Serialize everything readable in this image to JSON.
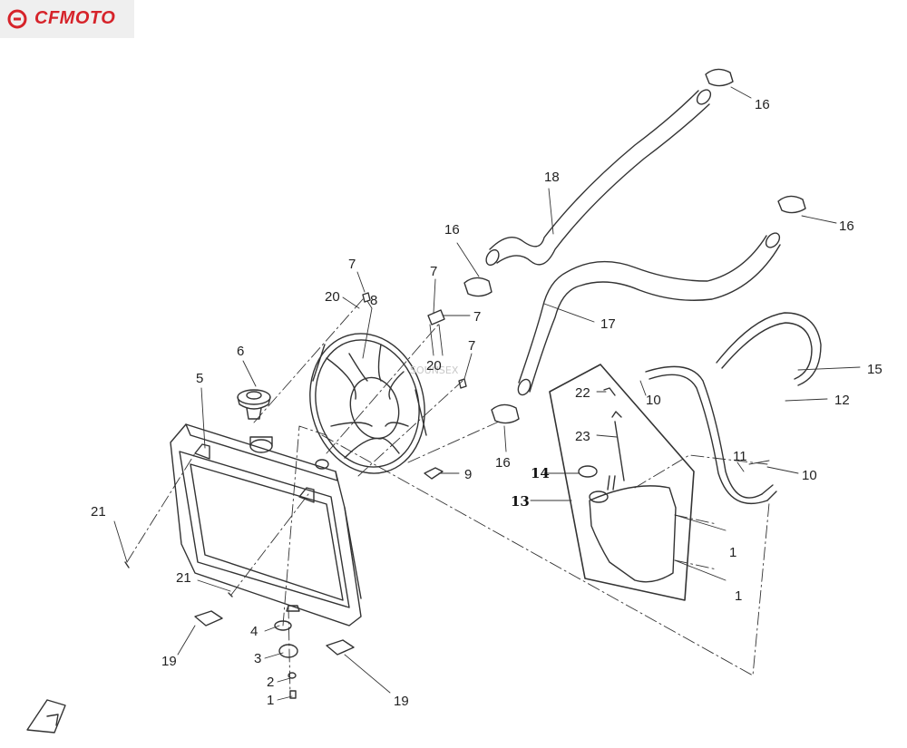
{
  "brand": {
    "logo_text": "CFMOTO",
    "accent": "#d6232a"
  },
  "watermark": "SOUNSEX",
  "callouts": {
    "c16a": "16",
    "c16b": "16",
    "c16c": "16",
    "c16d": "16",
    "c18": "18",
    "c17": "17",
    "c15": "15",
    "c12": "12",
    "c10a": "10",
    "c10b": "10",
    "c11": "11",
    "c22": "22",
    "c23": "23",
    "c14": "14",
    "c13": "13",
    "c1a": "1",
    "c1b": "1",
    "c1c": "1",
    "c7a": "7",
    "c7b": "7",
    "c7c": "7",
    "c7d": "7",
    "c20a": "20",
    "c20b": "20",
    "c8": "8",
    "c6": "6",
    "c5": "5",
    "c9": "9",
    "c21a": "21",
    "c21b": "21",
    "c4": "4",
    "c3": "3",
    "c2": "2",
    "c19a": "19",
    "c19b": "19"
  }
}
